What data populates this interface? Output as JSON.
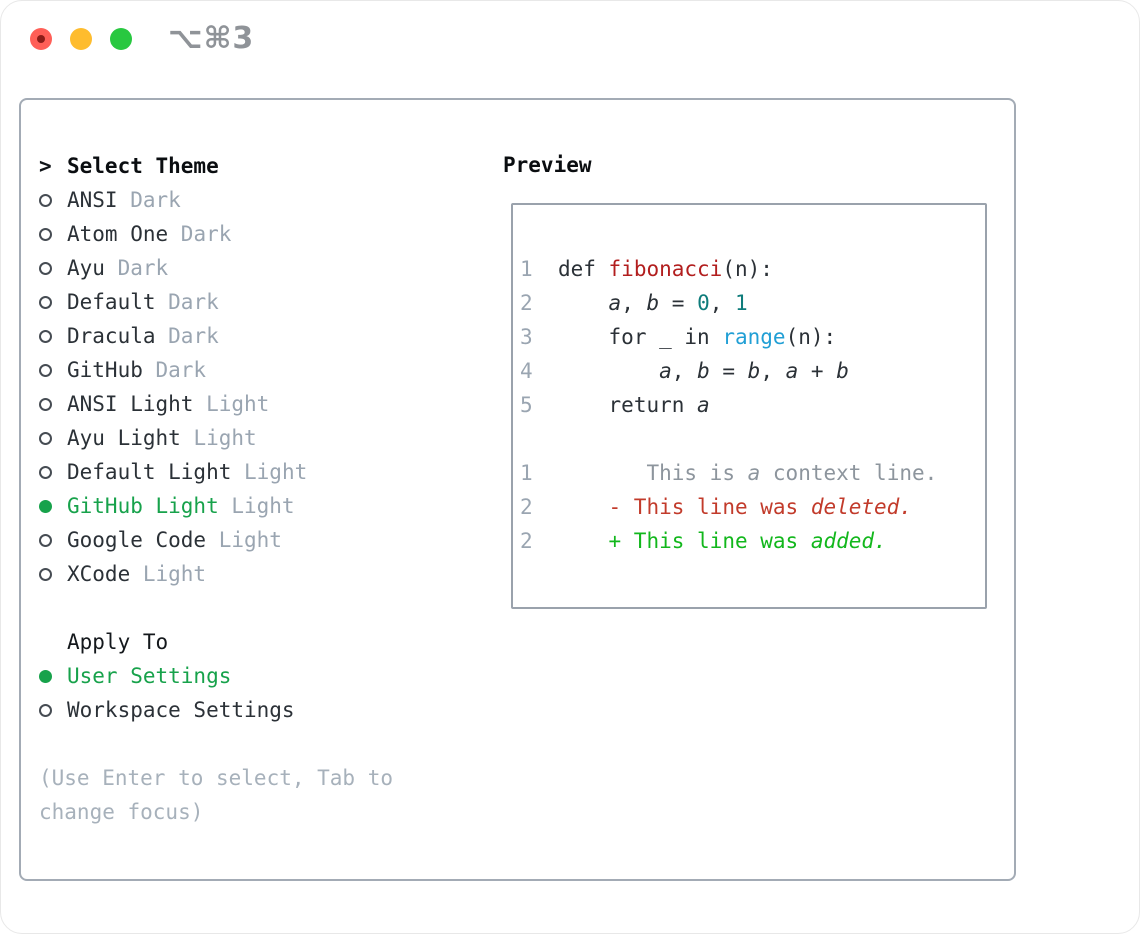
{
  "window": {
    "shortcut": "⌥⌘3"
  },
  "theme_picker": {
    "cursor": ">",
    "header": "Select Theme",
    "themes": [
      {
        "name": "ANSI",
        "tag": "Dark",
        "selected": false
      },
      {
        "name": "Atom One",
        "tag": "Dark",
        "selected": false
      },
      {
        "name": "Ayu",
        "tag": "Dark",
        "selected": false
      },
      {
        "name": "Default",
        "tag": "Dark",
        "selected": false
      },
      {
        "name": "Dracula",
        "tag": "Dark",
        "selected": false
      },
      {
        "name": "GitHub",
        "tag": "Dark",
        "selected": false
      },
      {
        "name": "ANSI Light",
        "tag": "Light",
        "selected": false
      },
      {
        "name": "Ayu Light",
        "tag": "Light",
        "selected": false
      },
      {
        "name": "Default Light",
        "tag": "Light",
        "selected": false
      },
      {
        "name": "GitHub Light",
        "tag": "Light",
        "selected": true
      },
      {
        "name": "Google Code",
        "tag": "Light",
        "selected": false
      },
      {
        "name": "XCode",
        "tag": "Light",
        "selected": false
      }
    ],
    "apply_header": "Apply To",
    "apply_options": [
      {
        "name": "User Settings",
        "selected": true
      },
      {
        "name": "Workspace Settings",
        "selected": false
      }
    ],
    "hint_line1": "(Use Enter to select, Tab to",
    "hint_line2": "change focus)"
  },
  "preview": {
    "title": "Preview",
    "lines": [
      {
        "num": "1",
        "segments": [
          [
            "def ",
            "kw"
          ],
          [
            "fibonacci",
            "fn"
          ],
          [
            "(n):",
            "pl"
          ]
        ]
      },
      {
        "num": "2",
        "segments": [
          [
            "    ",
            "pl"
          ],
          [
            "a",
            "var"
          ],
          [
            ", ",
            "pl"
          ],
          [
            "b",
            "var"
          ],
          [
            " = ",
            "pl"
          ],
          [
            "0",
            "num"
          ],
          [
            ", ",
            "pl"
          ],
          [
            "1",
            "num"
          ]
        ]
      },
      {
        "num": "3",
        "segments": [
          [
            "    ",
            "pl"
          ],
          [
            "for",
            "kw"
          ],
          [
            " _ ",
            "pl"
          ],
          [
            "in",
            "kw"
          ],
          [
            " ",
            "pl"
          ],
          [
            "range",
            "call"
          ],
          [
            "(n):",
            "pl"
          ]
        ]
      },
      {
        "num": "4",
        "segments": [
          [
            "        ",
            "pl"
          ],
          [
            "a",
            "var"
          ],
          [
            ", ",
            "pl"
          ],
          [
            "b",
            "var"
          ],
          [
            " = ",
            "pl"
          ],
          [
            "b",
            "var"
          ],
          [
            ", ",
            "pl"
          ],
          [
            "a",
            "var"
          ],
          [
            " + ",
            "pl"
          ],
          [
            "b",
            "var"
          ]
        ]
      },
      {
        "num": "5",
        "segments": [
          [
            "    ",
            "pl"
          ],
          [
            "return ",
            "kw"
          ],
          [
            "a",
            "var"
          ]
        ]
      },
      {
        "num": "",
        "segments": []
      },
      {
        "num": "1",
        "segments": [
          [
            "       This is ",
            "ctx"
          ],
          [
            "a",
            "ctx_i"
          ],
          [
            " context line.",
            "ctx"
          ]
        ]
      },
      {
        "num": "2",
        "segments": [
          [
            "    - This line was ",
            "del"
          ],
          [
            "deleted.",
            "del_i"
          ]
        ]
      },
      {
        "num": "2",
        "segments": [
          [
            "    + This line was ",
            "add"
          ],
          [
            "added.",
            "add_i"
          ]
        ]
      }
    ]
  },
  "colors": {
    "accent_green": "#17a24b",
    "added_green": "#12b71c",
    "deleted_red": "#c23b2b",
    "function_red": "#b21e1e",
    "number_teal": "#0e7c7b",
    "call_blue": "#219fd5",
    "code_dark": "#2b3137",
    "muted_gray": "#9aa5b1",
    "context_gray": "#8d959d",
    "hint_gray": "#a7b1bb",
    "border_gray": "#a3abb5",
    "title_gray": "#8f9398",
    "circle_outline": "#464c53",
    "traffic_red": "#ff5f57",
    "traffic_red_dot": "#8c1d18",
    "traffic_yellow": "#febc2e",
    "traffic_green": "#28c840"
  }
}
